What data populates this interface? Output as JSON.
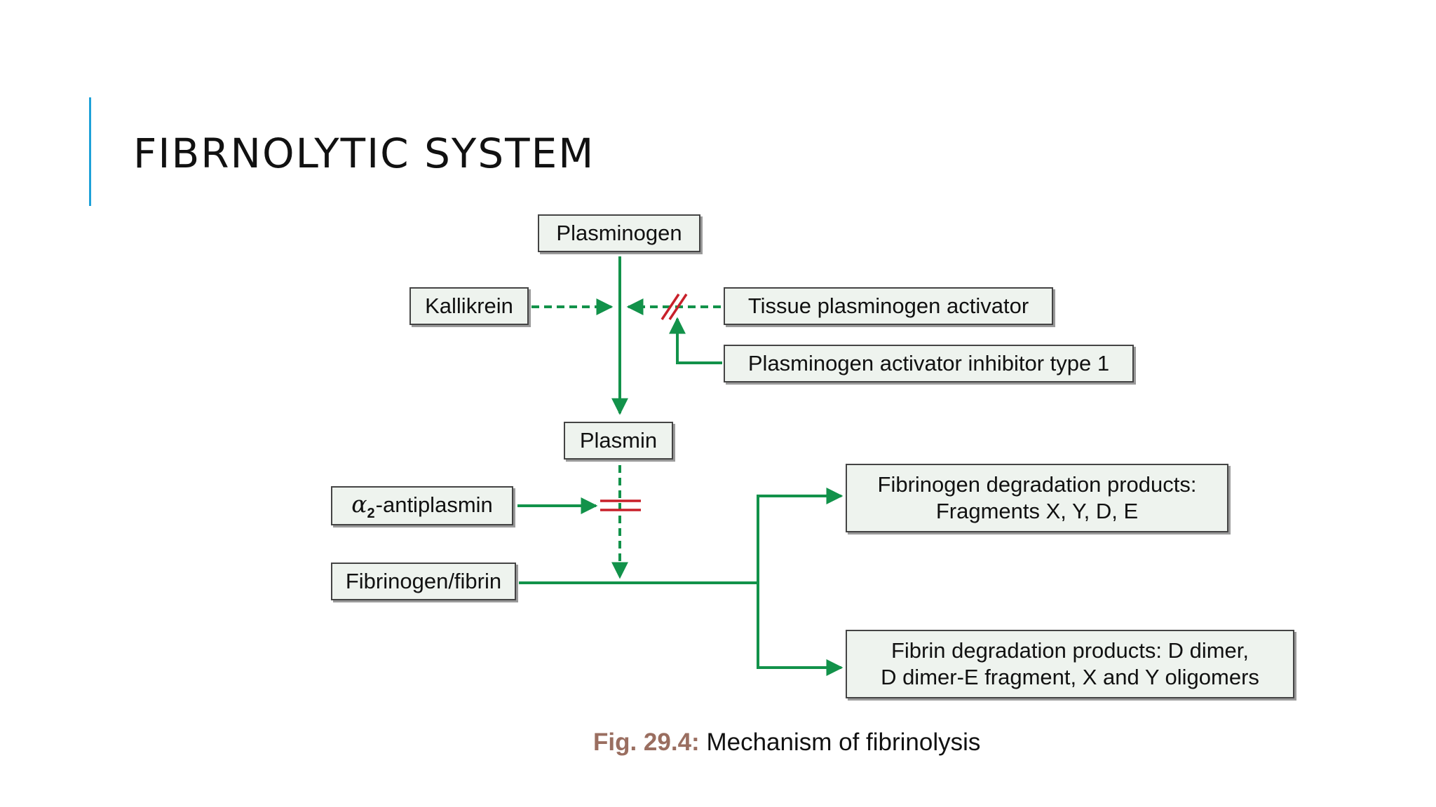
{
  "slide": {
    "title": "FIBRNOLYTIC SYSTEM"
  },
  "colors": {
    "accent_bar": "#1fa1d8",
    "arrow_green": "#12924a",
    "block_red": "#c8202a",
    "box_fill": "#eef3ee",
    "fig_label": "#9a6e60"
  },
  "diagram": {
    "nodes": {
      "plasminogen": "Plasminogen",
      "kallikrein": "Kallikrein",
      "tpa": "Tissue plasminogen activator",
      "pai1": "Plasminogen activator inhibitor type 1",
      "plasmin": "Plasmin",
      "alpha2_symbol": "α",
      "alpha2_subscript": "2",
      "alpha2_rest": "-antiplasmin",
      "fibrinogen_fibrin": "Fibrinogen/fibrin",
      "fdp_line1": "Fibrinogen degradation products:",
      "fdp_line2": "Fragments X, Y, D, E",
      "fibrin_dp_line1": "Fibrin degradation products: D dimer,",
      "fibrin_dp_line2": "D dimer-E fragment, X and Y oligomers"
    },
    "edges": [
      {
        "from": "plasminogen",
        "to": "plasmin",
        "style": "solid"
      },
      {
        "from": "kallikrein",
        "to": "plasminogen-plasmin path",
        "style": "dashed"
      },
      {
        "from": "tpa",
        "to": "plasminogen-plasmin path",
        "style": "dashed"
      },
      {
        "from": "pai1",
        "to": "tpa",
        "style": "solid",
        "effect": "blocks"
      },
      {
        "from": "plasmin",
        "to": "fibrinogen_fibrin",
        "style": "dashed"
      },
      {
        "from": "alpha2_antiplasmin",
        "to": "plasmin",
        "style": "solid",
        "effect": "blocks"
      },
      {
        "from": "fibrinogen_fibrin",
        "to": "fdp",
        "style": "solid"
      },
      {
        "from": "fibrinogen_fibrin",
        "to": "fibrin_dp",
        "style": "solid"
      }
    ],
    "caption_label": "Fig. 29.4:",
    "caption_text": "Mechanism of fibrinolysis"
  }
}
